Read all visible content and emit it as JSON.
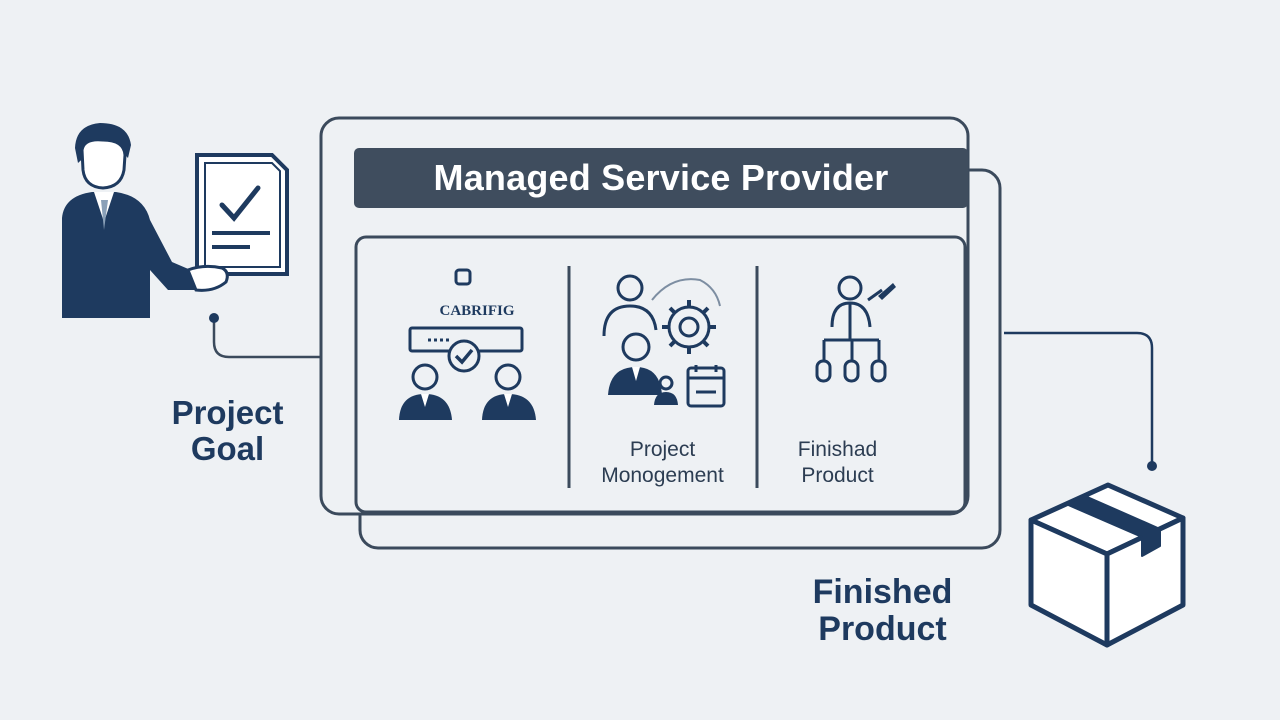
{
  "diagram": {
    "title": "Managed Service Provider",
    "input": {
      "label": "Project Goal"
    },
    "output": {
      "label": "Finished Product"
    },
    "columns": [
      {
        "caption": "",
        "sublabel": "CABRIFIG"
      },
      {
        "caption": "Project\nMonogement"
      },
      {
        "caption": "Finishad\nProduct"
      }
    ]
  },
  "colors": {
    "navy": "#1e3a5f",
    "title_bar": "#3f4d5e",
    "line": "#3b4a5c",
    "background": "#eef1f4"
  }
}
